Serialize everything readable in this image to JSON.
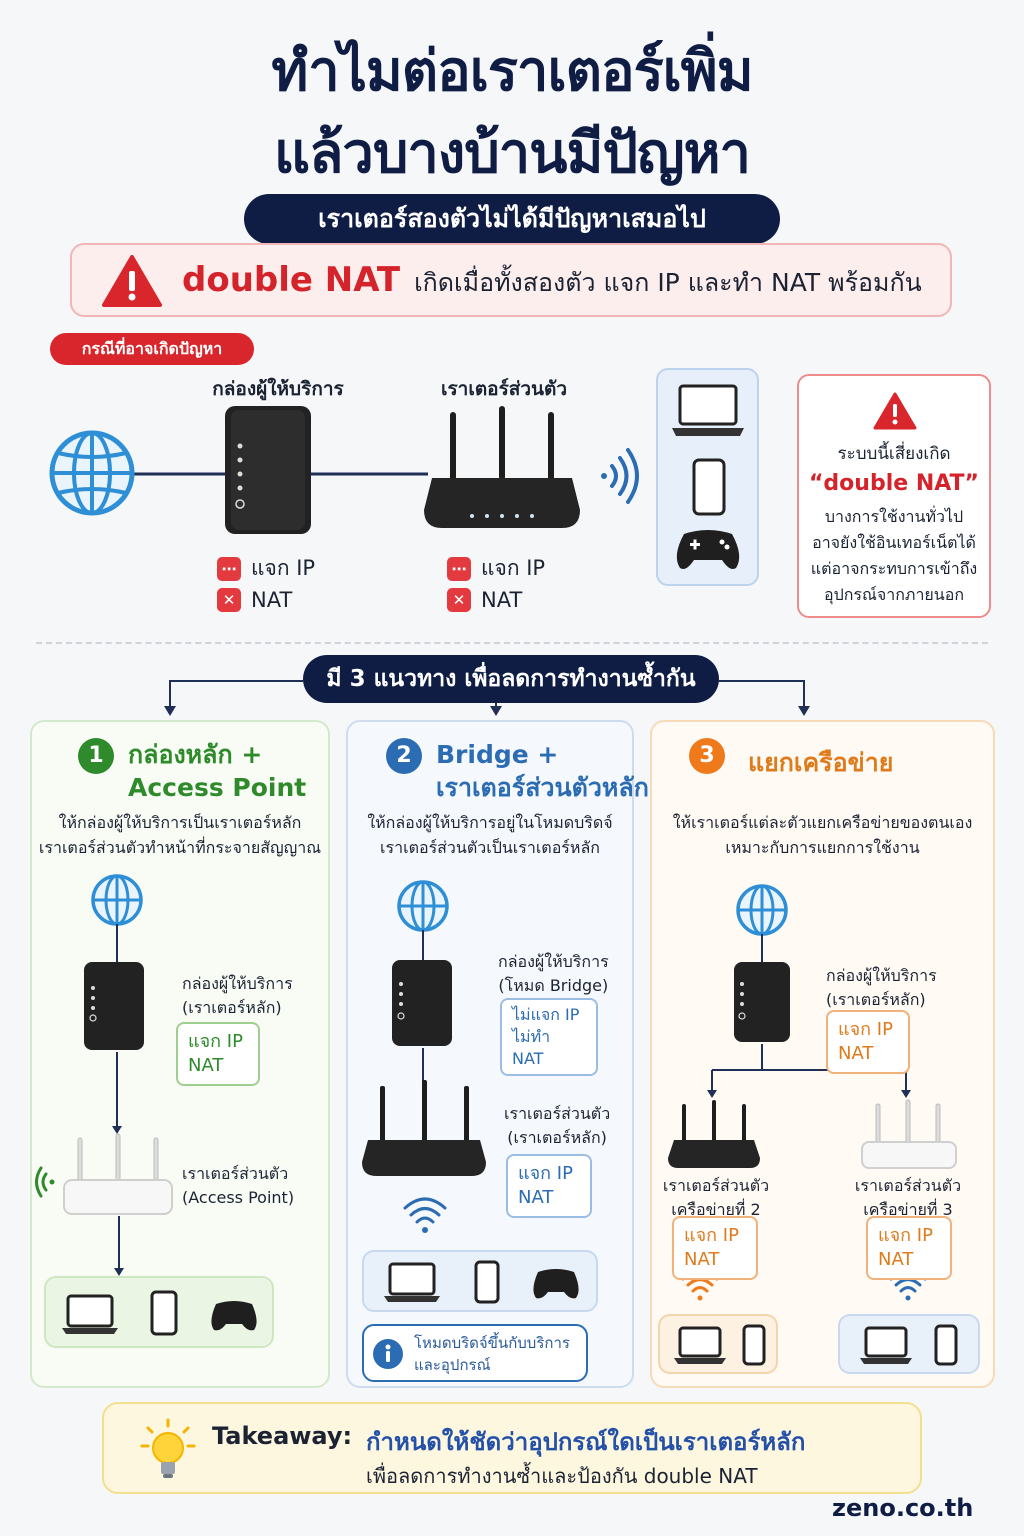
{
  "title": {
    "line1": "ทำไมต่อเราเตอร์เพิ่ม",
    "line2": "แล้วบางบ้านมีปัญหา",
    "subtitle": "เราเตอร์สองตัวไม่ได้มีปัญหาเสมอไป"
  },
  "alert": {
    "term": "double NAT",
    "description": "เกิดเมื่อทั้งสองตัว แจก IP และทำ NAT พร้อมกัน",
    "icon": "warning-icon",
    "color": "#d4232a"
  },
  "problem_case": {
    "tag": "กรณีที่อาจเกิดปัญหา",
    "isp_box_label": "กล่องผู้ให้บริการ",
    "router_label": "เราเตอร์ส่วนตัว",
    "isp_functions": [
      "แจก IP",
      "NAT"
    ],
    "router_functions": [
      "แจก IP",
      "NAT"
    ],
    "devices": [
      "laptop-icon",
      "phone-icon",
      "gamepad-icon"
    ],
    "warning": {
      "line1": "ระบบนี้เสี่ยงเกิด",
      "term": "“double NAT”",
      "line3": "บางการใช้งานทั่วไป",
      "line4": "อาจยังใช้อินเทอร์เน็ตได้",
      "line5": "แต่อาจกระทบการเข้าถึง",
      "line6": "อุปกรณ์จากภายนอก"
    }
  },
  "solutions": {
    "heading": "มี 3 แนวทาง เพื่อลดการทำงานซ้ำกัน",
    "options": [
      {
        "number": "1",
        "title_line1": "กล่องหลัก +",
        "title_line2": "Access Point",
        "desc_line1": "ให้กล่องผู้ให้บริการเป็นเราเตอร์หลัก",
        "desc_line2": "เราเตอร์ส่วนตัวทำหน้าที่กระจายสัญญาณ",
        "isp_label_line1": "กล่องผู้ให้บริการ",
        "isp_label_line2": "(เราเตอร์หลัก)",
        "isp_badge_line1": "แจก IP",
        "isp_badge_line2": "NAT",
        "router_label_line1": "เราเตอร์ส่วนตัว",
        "router_label_line2": "(Access Point)",
        "color": "#2e8a2a"
      },
      {
        "number": "2",
        "title_line1": "Bridge +",
        "title_line2": "เราเตอร์ส่วนตัวหลัก",
        "desc_line1": "ให้กล่องผู้ให้บริการอยู่ในโหมดบริดจ์",
        "desc_line2": "เราเตอร์ส่วนตัวเป็นเราเตอร์หลัก",
        "isp_label_line1": "กล่องผู้ให้บริการ",
        "isp_label_line2": "(โหมด Bridge)",
        "isp_badge_line1": "ไม่แจก IP",
        "isp_badge_line2": "ไม่ทำ NAT",
        "router_label_line1": "เราเตอร์ส่วนตัว",
        "router_label_line2": "(เราเตอร์หลัก)",
        "router_badge_line1": "แจก IP",
        "router_badge_line2": "NAT",
        "info_line1": "โหมดบริดจ์ขึ้นกับบริการ",
        "info_line2": "และอุปกรณ์",
        "color": "#2b6cb3"
      },
      {
        "number": "3",
        "title_line1": "แยกเครือข่าย",
        "desc_line1": "ให้เราเตอร์แต่ละตัวแยกเครือข่ายของตนเอง",
        "desc_line2": "เหมาะกับการแยกการใช้งาน",
        "isp_label_line1": "กล่องผู้ให้บริการ",
        "isp_label_line2": "(เราเตอร์หลัก)",
        "isp_badge_line1": "แจก IP",
        "isp_badge_line2": "NAT",
        "left_router_line1": "เราเตอร์ส่วนตัว",
        "left_router_line2": "เครือข่ายที่ 2",
        "right_router_line1": "เราเตอร์ส่วนตัว",
        "right_router_line2": "เครือข่ายที่ 3",
        "sub_badge_line1": "แจก IP",
        "sub_badge_line2": "NAT",
        "color": "#e07b1c"
      }
    ]
  },
  "takeaway": {
    "label": "Takeaway:",
    "headline": "กำหนดให้ชัดว่าอุปกรณ์ใดเป็นเราเตอร์หลัก",
    "subline": "เพื่อลดการทำงานซ้ำและป้องกัน double NAT"
  },
  "brand": "zeno.co.th"
}
